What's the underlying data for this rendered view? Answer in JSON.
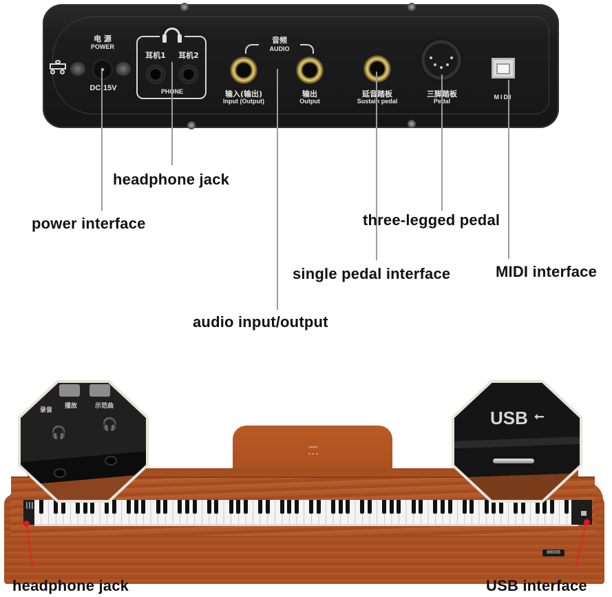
{
  "panel": {
    "power": {
      "cn": "电 源",
      "en": "POWER",
      "rating": "DC:15V"
    },
    "phone": {
      "jack1_cn": "耳机1",
      "jack2_cn": "耳机2",
      "label": "PHONE"
    },
    "audio": {
      "header_cn": "音频",
      "header_en": "AUDIO",
      "input_cn": "输入(输出)",
      "input_en": "Input (Output)",
      "output_cn": "输出",
      "output_en": "Output"
    },
    "sustain": {
      "cn": "延音踏板",
      "en": "Sustain pedal"
    },
    "pedal": {
      "cn": "三脚踏板",
      "en": "Pedal"
    },
    "midi": {
      "label": "MIDI"
    }
  },
  "callouts": {
    "headphone_jack": "headphone jack",
    "power_interface": "power interface",
    "three_legged_pedal": "three-legged pedal",
    "single_pedal_interface": "single pedal interface",
    "midi_interface": "MIDI interface",
    "audio_input_output": "audio input/output"
  },
  "piano": {
    "left_inset": {
      "btn_labels": [
        "录音",
        "播放",
        "示范曲"
      ]
    },
    "right_inset": {
      "usb_text": "USB",
      "usb_symbol": "⭠"
    },
    "model_badge": "88006",
    "callout_left": "headphone jack",
    "callout_right": "USB interface"
  },
  "colors": {
    "panel_bg": "#1c1c1c",
    "wood": "#b0552a",
    "leader_line": "#9c9c9c",
    "red_pointer": "#e0262b",
    "label_text": "#111111"
  }
}
